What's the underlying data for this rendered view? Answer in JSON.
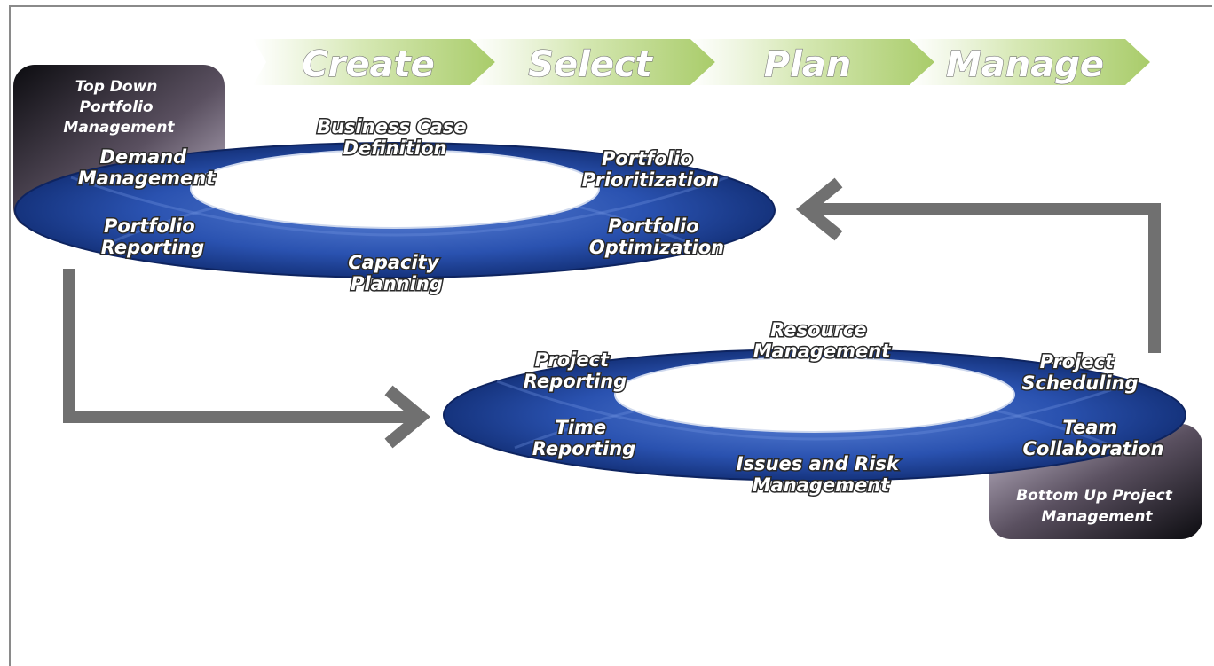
{
  "stages": [
    {
      "label": "Create"
    },
    {
      "label": "Select"
    },
    {
      "label": "Plan"
    },
    {
      "label": "Manage"
    }
  ],
  "top_box": {
    "lines": [
      "Top Down",
      "Portfolio",
      "Management"
    ]
  },
  "bottom_box": {
    "lines": [
      "Bottom Up Project",
      "Management"
    ]
  },
  "top_ring": {
    "labels": [
      {
        "lines": [
          "Business Case",
          "Definition"
        ]
      },
      {
        "lines": [
          "Demand",
          "Management"
        ]
      },
      {
        "lines": [
          "Portfolio",
          "Prioritization"
        ]
      },
      {
        "lines": [
          "Portfolio",
          "Reporting"
        ]
      },
      {
        "lines": [
          "Portfolio",
          "Optimization"
        ]
      },
      {
        "lines": [
          "Capacity",
          "Planning"
        ]
      }
    ]
  },
  "bottom_ring": {
    "labels": [
      {
        "lines": [
          "Resource",
          "Management"
        ]
      },
      {
        "lines": [
          "Project",
          "Reporting"
        ]
      },
      {
        "lines": [
          "Project",
          "Scheduling"
        ]
      },
      {
        "lines": [
          "Time",
          "Reporting"
        ]
      },
      {
        "lines": [
          "Team",
          "Collaboration"
        ]
      },
      {
        "lines": [
          "Issues and Risk",
          "Management"
        ]
      }
    ]
  },
  "colors": {
    "stage_green": "#a9cc6a",
    "ring_blue": "#1e3f8f",
    "arrow_gray": "#707070"
  }
}
